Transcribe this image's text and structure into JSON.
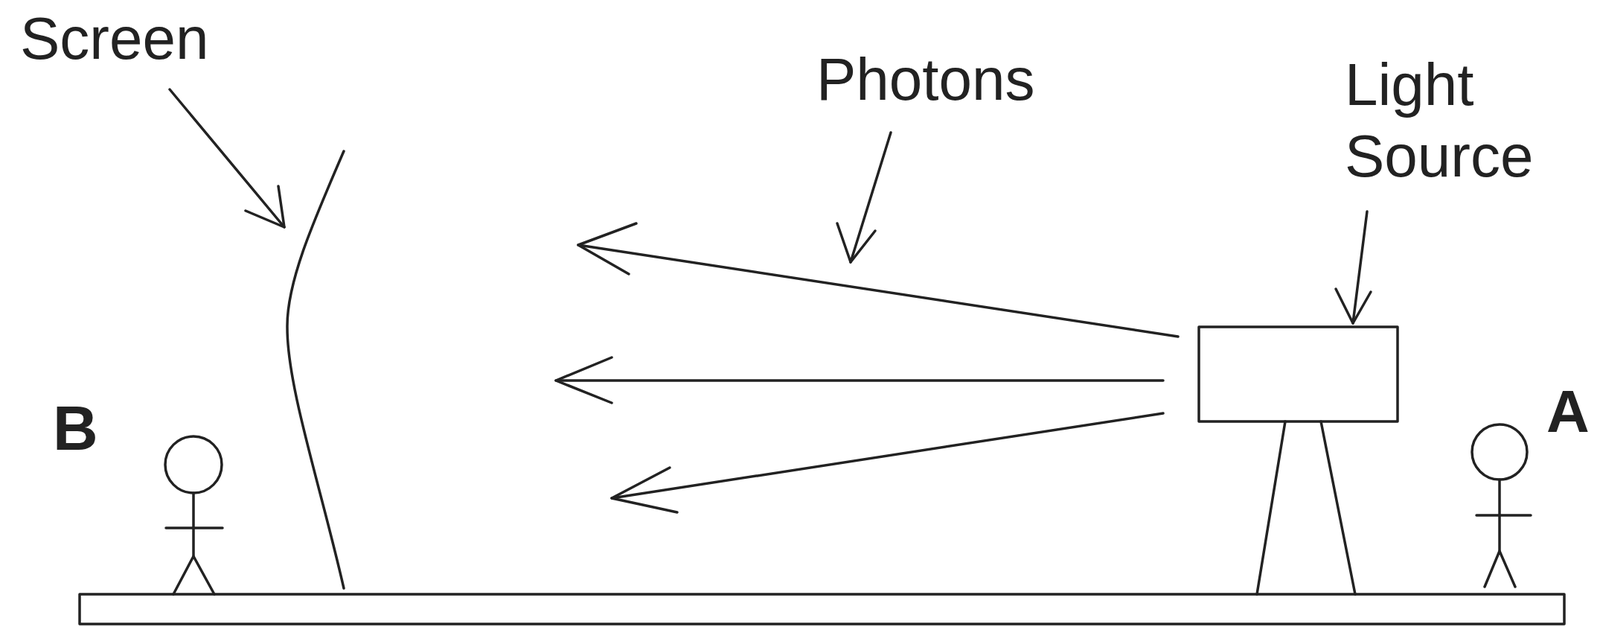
{
  "diagram": {
    "labels": [
      "Screen",
      "Photons",
      "Light Source",
      "B",
      "A"
    ]
  }
}
